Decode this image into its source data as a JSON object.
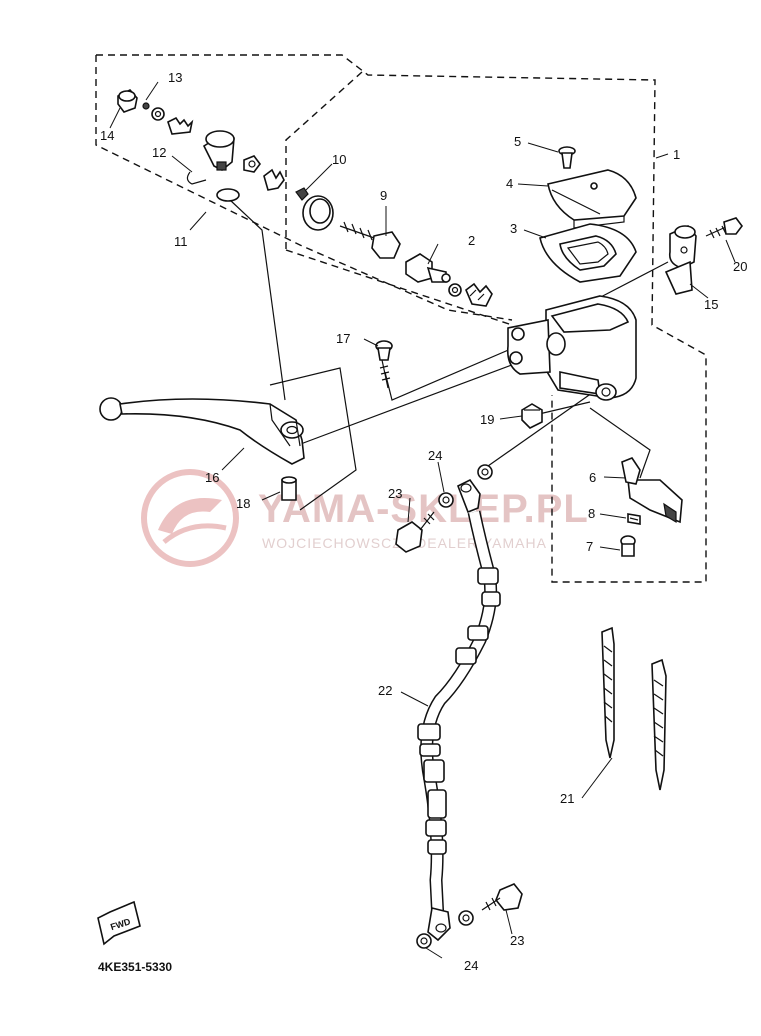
{
  "diagram": {
    "part_code": "4KE351-5330",
    "watermark": {
      "title": "YAMA-SKLEP.PL",
      "subtitle": "WOJCIECHOWSCZ | DEALER YAMAHA"
    },
    "fwd_label": "FWD",
    "callouts": [
      {
        "id": "c1",
        "label": "1"
      },
      {
        "id": "c2",
        "label": "2"
      },
      {
        "id": "c3",
        "label": "3"
      },
      {
        "id": "c4",
        "label": "4"
      },
      {
        "id": "c5",
        "label": "5"
      },
      {
        "id": "c6",
        "label": "6"
      },
      {
        "id": "c7",
        "label": "7"
      },
      {
        "id": "c8",
        "label": "8"
      },
      {
        "id": "c9",
        "label": "9"
      },
      {
        "id": "c10",
        "label": "10"
      },
      {
        "id": "c11",
        "label": "11"
      },
      {
        "id": "c12",
        "label": "12"
      },
      {
        "id": "c13",
        "label": "13"
      },
      {
        "id": "c14",
        "label": "14"
      },
      {
        "id": "c15",
        "label": "15"
      },
      {
        "id": "c16",
        "label": "16"
      },
      {
        "id": "c17",
        "label": "17"
      },
      {
        "id": "c18",
        "label": "18"
      },
      {
        "id": "c19",
        "label": "19"
      },
      {
        "id": "c20",
        "label": "20"
      },
      {
        "id": "c21",
        "label": "21"
      },
      {
        "id": "c22",
        "label": "22"
      },
      {
        "id": "c23a",
        "label": "23"
      },
      {
        "id": "c23b",
        "label": "23"
      },
      {
        "id": "c24a",
        "label": "24"
      },
      {
        "id": "c24b",
        "label": "24"
      }
    ]
  }
}
